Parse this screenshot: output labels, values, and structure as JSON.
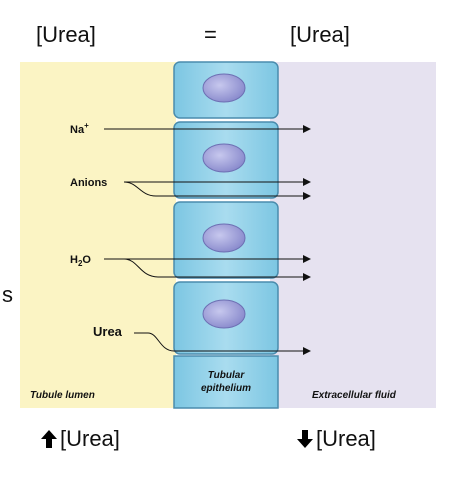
{
  "header": {
    "left_label": "[Urea]",
    "equals": "=",
    "right_label": "[Urea]"
  },
  "diagram": {
    "solutes": [
      {
        "label": "Na",
        "superscript": "+"
      },
      {
        "label": "Anions"
      },
      {
        "label": "H",
        "subscript": "2",
        "suffix": "O"
      },
      {
        "label": "Urea"
      }
    ],
    "regions": {
      "lumen": "Tubule lumen",
      "epithelium_line1": "Tubular",
      "epithelium_line2": "epithelium",
      "ecf": "Extracellular fluid"
    },
    "colors": {
      "lumen": "#fbf4c4",
      "ecf": "#e6e2f0",
      "cell_fill": "#8fd0e8",
      "cell_stroke": "#4a8cad",
      "nucleus": "#9b9cd6"
    }
  },
  "footer": {
    "left_label": "[Urea]",
    "left_arrow": "up-arrow-icon",
    "right_label": "[Urea]",
    "right_arrow": "down-arrow-icon"
  },
  "stray_char": "s"
}
